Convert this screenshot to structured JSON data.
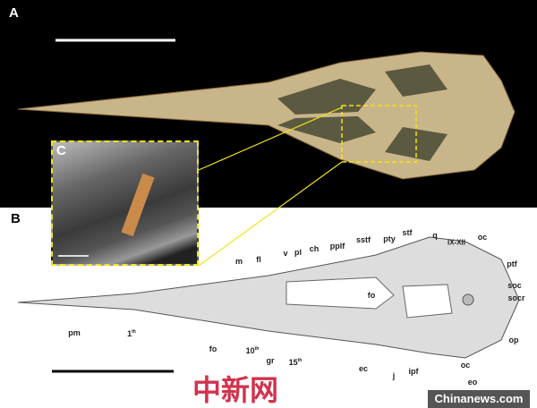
{
  "panels": {
    "a": "A",
    "b": "B",
    "c": "C"
  },
  "labels": {
    "m": "m",
    "fl": "fl",
    "v": "v",
    "pl": "pl",
    "ch": "ch",
    "pplf": "pplf",
    "sstf": "sstf",
    "pty": "pty",
    "stf": "stf",
    "q": "q",
    "ixxii": "IX-XII",
    "oc": "oc",
    "ptf": "ptf",
    "soc": "soc",
    "socr": "socr",
    "op": "op",
    "fo": "fo",
    "fo2": "fo",
    "ec": "ec",
    "j": "j",
    "ipf": "ipf",
    "gr": "gr",
    "t15": "15",
    "t10": "10",
    "t1": "1",
    "th": "th",
    "pm": "pm",
    "oc2": "oc",
    "eo": "eo"
  },
  "watermark": {
    "cn": "中新网",
    "site": "Chinanews.com"
  },
  "colors": {
    "highlight": "#f2e21a",
    "bone": "#c9b58a"
  }
}
